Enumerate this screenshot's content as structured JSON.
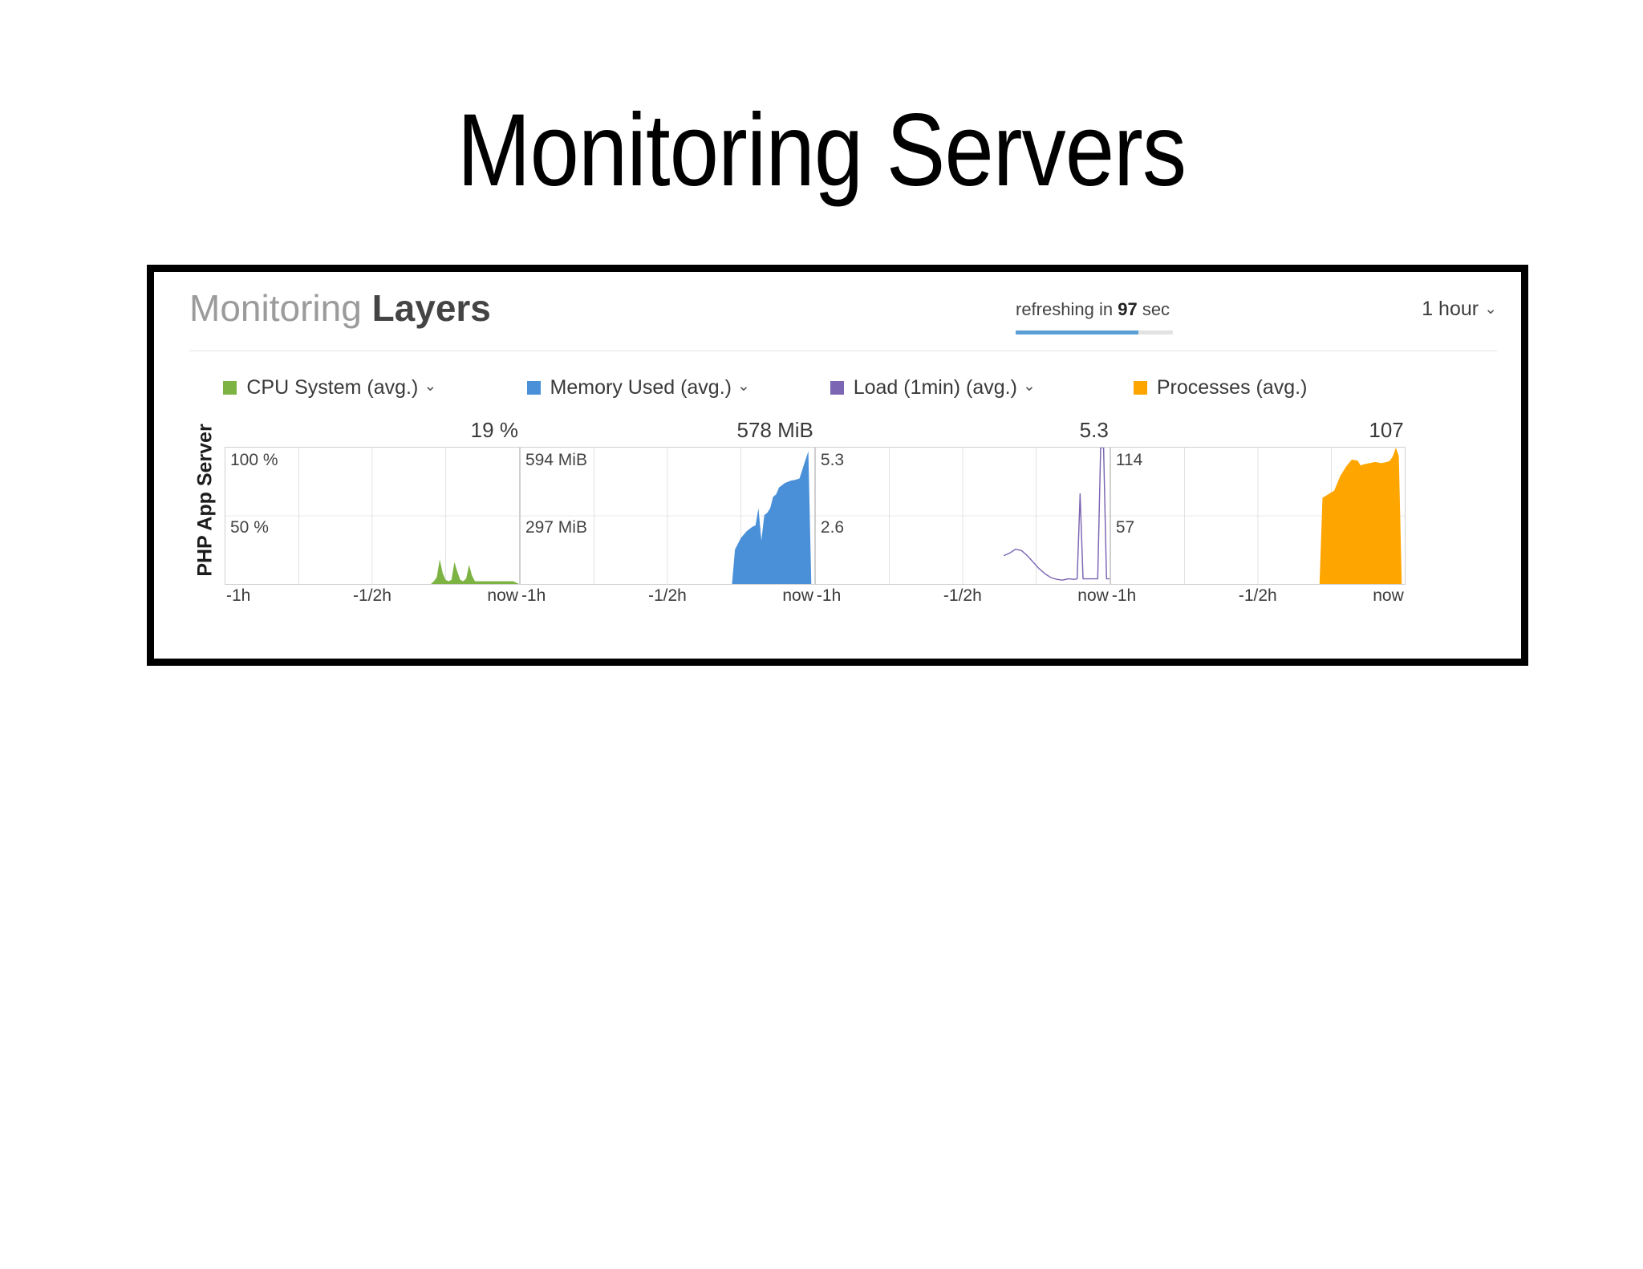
{
  "slide": {
    "title": "Monitoring Servers"
  },
  "dashboard": {
    "title_light": "Monitoring",
    "title_bold": "Layers",
    "refresh": {
      "prefix": "refreshing in",
      "seconds": "97",
      "suffix": "sec",
      "progress_percent": 78,
      "bar_color": "#5a9fd4"
    },
    "range": {
      "label": "1 hour",
      "chevron": "⌄"
    },
    "row_label": "PHP App Server",
    "legend": [
      {
        "label": "CPU System (avg.)",
        "color": "#7cb342",
        "chevron": "⌄",
        "has_chevron": true
      },
      {
        "label": "Memory Used (avg.)",
        "color": "#4a90d9",
        "chevron": "⌄",
        "has_chevron": true
      },
      {
        "label": "Load (1min) (avg.)",
        "color": "#7b66b3",
        "chevron": "⌄",
        "has_chevron": true
      },
      {
        "label": "Processes (avg.)",
        "color": "#ffa500",
        "chevron": "",
        "has_chevron": false
      }
    ]
  },
  "chart_data": [
    {
      "type": "area",
      "title": "CPU System (avg.)",
      "current_value": "19 %",
      "color": "#7cb342",
      "ylabel_top": "100 %",
      "ylabel_mid": "50 %",
      "ylim": [
        0,
        100
      ],
      "xlabel_start": "-1h",
      "xlabel_mid": "-1/2h",
      "xlabel_end": "now",
      "xlim": [
        "-1h",
        "now"
      ],
      "grid": true,
      "x": [
        0,
        60,
        62,
        64,
        66,
        68,
        70,
        71,
        72,
        73,
        74,
        75,
        76,
        77,
        78,
        79,
        80,
        81,
        82,
        83,
        84,
        85,
        86,
        87,
        88,
        90,
        92,
        94,
        96,
        98,
        100
      ],
      "values": [
        0,
        0,
        0,
        0,
        0,
        0,
        0,
        2,
        5,
        18,
        8,
        3,
        2,
        3,
        16,
        9,
        3,
        2,
        4,
        14,
        6,
        2,
        2,
        2,
        2,
        2,
        2,
        2,
        2,
        2,
        0
      ]
    },
    {
      "type": "area",
      "title": "Memory Used (avg.)",
      "current_value": "578 MiB",
      "color": "#4a90d9",
      "ylabel_top": "594 MiB",
      "ylabel_mid": "297 MiB",
      "ylim": [
        0,
        594
      ],
      "xlabel_start": "-1h",
      "xlabel_mid": "-1/2h",
      "xlabel_end": "now",
      "xlim": [
        "-1h",
        "now"
      ],
      "grid": true,
      "x": [
        0,
        72,
        73,
        75,
        77,
        79,
        80,
        81,
        82,
        83,
        84,
        85,
        86,
        87,
        88,
        90,
        92,
        94,
        95,
        96,
        97,
        98,
        99,
        100
      ],
      "values": [
        0,
        0,
        150,
        200,
        230,
        250,
        255,
        330,
        190,
        300,
        310,
        330,
        380,
        390,
        420,
        440,
        450,
        455,
        460,
        500,
        540,
        578,
        0,
        0
      ]
    },
    {
      "type": "line",
      "title": "Load (1min) (avg.)",
      "current_value": "5.3",
      "color": "#7b66b3",
      "ylabel_top": "5.3",
      "ylabel_mid": "2.6",
      "ylim": [
        0,
        5.3
      ],
      "xlabel_start": "-1h",
      "xlabel_mid": "-1/2h",
      "xlabel_end": "now",
      "xlim": [
        "-1h",
        "now"
      ],
      "grid": true,
      "x": [
        64,
        66,
        68,
        70,
        72,
        74,
        76,
        78,
        80,
        82,
        84,
        86,
        88,
        89,
        90,
        91,
        92,
        93,
        94,
        95,
        96,
        97,
        98,
        99,
        100
      ],
      "values": [
        1.1,
        1.2,
        1.35,
        1.3,
        1.1,
        0.85,
        0.6,
        0.4,
        0.25,
        0.18,
        0.15,
        0.2,
        0.18,
        0.2,
        3.5,
        0.2,
        0.2,
        0.2,
        0.2,
        0.2,
        0.2,
        5.3,
        5.3,
        0.2,
        0.2
      ]
    },
    {
      "type": "area",
      "title": "Processes (avg.)",
      "current_value": "107",
      "color": "#ffa500",
      "ylabel_top": "114",
      "ylabel_mid": "57",
      "ylim": [
        0,
        114
      ],
      "xlabel_start": "-1h",
      "xlabel_mid": "-1/2h",
      "xlabel_end": "now",
      "xlim": [
        "-1h",
        "now"
      ],
      "grid": true,
      "x": [
        0,
        71,
        72,
        74,
        76,
        77,
        78,
        80,
        82,
        84,
        85,
        86,
        88,
        90,
        92,
        94,
        95,
        96,
        97,
        98,
        99,
        100
      ],
      "values": [
        0,
        0,
        72,
        75,
        78,
        84,
        90,
        98,
        104,
        103,
        99,
        100,
        101,
        102,
        101,
        102,
        103,
        107,
        114,
        107,
        0,
        0
      ]
    }
  ]
}
